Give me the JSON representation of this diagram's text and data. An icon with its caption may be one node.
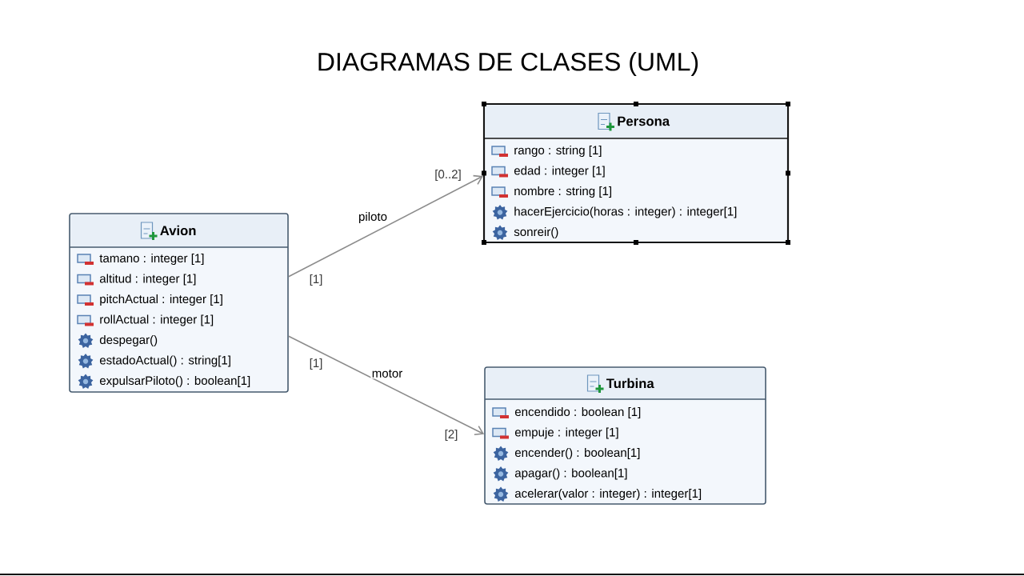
{
  "diagram": {
    "title": "DIAGRAMAS DE CLASES (UML)",
    "nodes": [
      {
        "text": [
          "Avion",
          "tamano : integer [1]",
          "altitud : integer [1]",
          "pitchActual : integer [1]",
          "rollActual : integer [1]",
          "despegar()",
          "estadoActual() : string[1]",
          "expulsarPiloto() : boolean[1]"
        ]
      },
      {
        "text": [
          "Persona",
          "rango : string [1]",
          "edad : integer [1]",
          "nombre : string [1]",
          "hacerEjercicio(horas : integer) : integer[1]",
          "sonreir()"
        ]
      },
      {
        "text": [
          "Turbina",
          "encendido : boolean [1]",
          "empuje : integer [1]",
          "encender() : boolean[1]",
          "apagar() : boolean[1]",
          "acelerar(valor : integer) : integer[1]"
        ]
      }
    ],
    "edges": [
      {
        "from": 0,
        "to": 1,
        "arrow": "to",
        "label": "piloto"
      },
      {
        "from": 0,
        "to": 2,
        "arrow": "to",
        "label": "motor"
      }
    ],
    "labels": [
      "[0..2]",
      "[1]",
      "[1]",
      "[2]"
    ]
  }
}
